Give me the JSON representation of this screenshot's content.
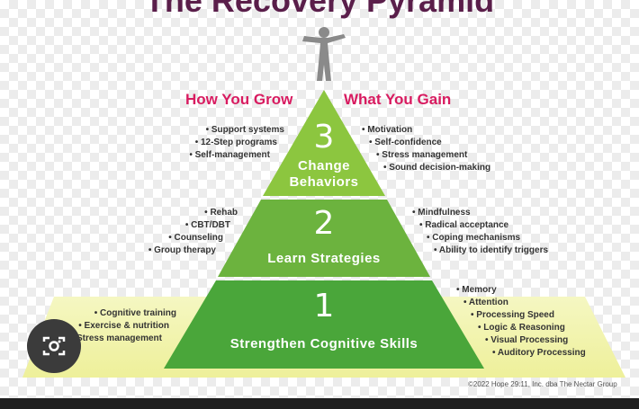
{
  "title": "The Recovery Pyramid",
  "columns": {
    "left": "How You Grow",
    "right": "What You Gain"
  },
  "tiers": [
    {
      "number": "3",
      "label_lines": [
        "Change",
        "Behaviors"
      ],
      "grow": [
        "Support systems",
        "12-Step programs",
        "Self-management"
      ],
      "gain": [
        "Motivation",
        "Self-confidence",
        "Stress management",
        "Sound decision-making"
      ]
    },
    {
      "number": "2",
      "label_lines": [
        "Learn Strategies"
      ],
      "grow": [
        "Rehab",
        "CBT/DBT",
        "Counseling",
        "Group therapy"
      ],
      "gain": [
        "Mindfulness",
        "Radical acceptance",
        "Coping mechanisms",
        "Ability to identify triggers"
      ]
    },
    {
      "number": "1",
      "label_lines": [
        "Strengthen Cognitive Skills"
      ],
      "grow": [
        "Cognitive training",
        "Exercise & nutrition",
        "Stress management"
      ],
      "gain": [
        "Memory",
        "Attention",
        "Processing Speed",
        "Logic & Reasoning",
        "Visual Processing",
        "Auditory Processing"
      ]
    }
  ],
  "copyright": "©2022 Hope 29:11, Inc. dba The Nectar Group",
  "icons": {
    "person": "person-icon",
    "lens": "camera-search-icon"
  },
  "colors": {
    "title": "#5a1e4a",
    "column_heading": "#d81b60",
    "tier_top": "#8cc63f",
    "tier_mid": "#6cb33e",
    "tier_bottom": "#4aa63a",
    "base_glow": "#f1f2a6"
  }
}
